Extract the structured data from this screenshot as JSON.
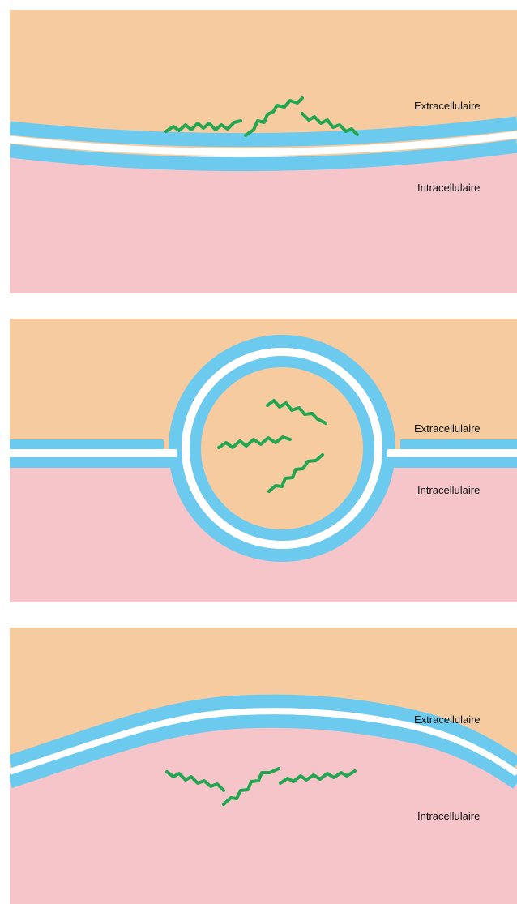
{
  "labels": {
    "extra": "Extracellulaire",
    "intra": "Intracellulaire"
  },
  "panels": [
    {
      "stage": "membrane-with-ligands",
      "extra_label": "Extracellulaire",
      "intra_label": "Intracellulaire"
    },
    {
      "stage": "vesicle-formation",
      "extra_label": "Extracellulaire",
      "intra_label": "Intracellulaire"
    },
    {
      "stage": "internalized-ligands",
      "extra_label": "Extracellulaire",
      "intra_label": "Intracellulaire"
    }
  ],
  "colors": {
    "extracellular": "#f5cb9f",
    "intracellular": "#f6c5c9",
    "membrane": "#6ccaef",
    "membrane_gap": "#ffffff",
    "ligand": "#23a652",
    "background": "#ffffff"
  }
}
